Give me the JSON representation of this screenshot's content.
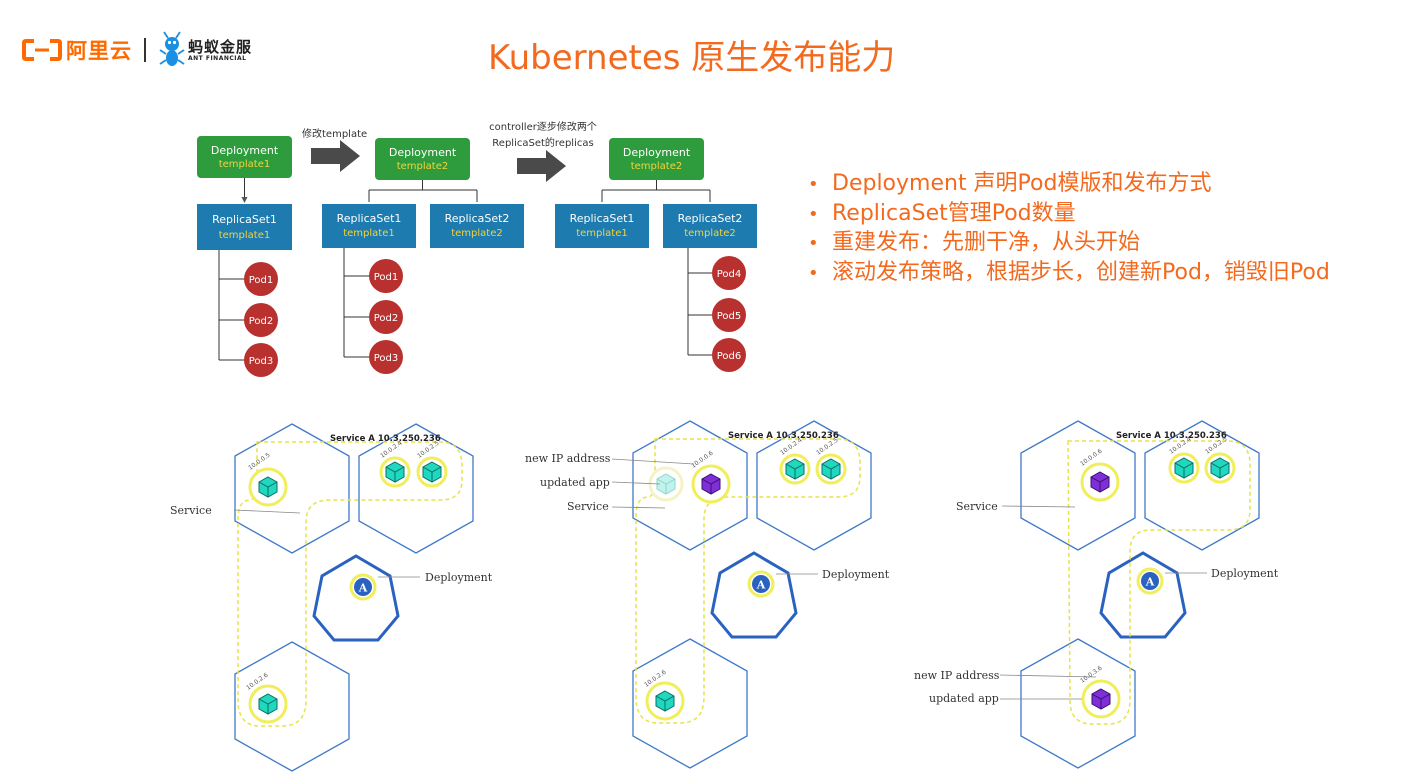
{
  "header": {
    "aliyun_logo_text": "阿里云",
    "ant_logo_cn": "蚂蚁金服",
    "ant_logo_en": "ANT FINANCIAL",
    "title": "Kubernetes 原生发布能力"
  },
  "bullets": [
    "Deployment 声明Pod模版和发布方式",
    "ReplicaSet管理Pod数量",
    "重建发布：先删干净，从头开始",
    "滚动发布策略，根据步长，创建新Pod，销毁旧Pod"
  ],
  "flow": {
    "arrow1_label": "修改template",
    "arrow2_label_line1": "controller逐步修改两个",
    "arrow2_label_line2": "ReplicaSet的replicas",
    "stage1": {
      "deployment": {
        "name": "Deployment",
        "template": "template1"
      },
      "replicasets": [
        {
          "name": "ReplicaSet1",
          "template": "template1"
        }
      ],
      "pods": [
        "Pod1",
        "Pod2",
        "Pod3"
      ]
    },
    "stage2": {
      "deployment": {
        "name": "Deployment",
        "template": "template2"
      },
      "replicasets": [
        {
          "name": "ReplicaSet1",
          "template": "template1"
        },
        {
          "name": "ReplicaSet2",
          "template": "template2"
        }
      ],
      "pods": [
        "Pod1",
        "Pod2",
        "Pod3"
      ]
    },
    "stage3": {
      "deployment": {
        "name": "Deployment",
        "template": "template2"
      },
      "replicasets": [
        {
          "name": "ReplicaSet1",
          "template": "template1"
        },
        {
          "name": "ReplicaSet2",
          "template": "template2"
        }
      ],
      "pods": [
        "Pod4",
        "Pod5",
        "Pod6"
      ]
    }
  },
  "rolling": {
    "service_header": "Service A 10.3.250.236",
    "service_label": "Service",
    "deployment_label": "Deployment",
    "new_ip_label": "new IP address",
    "updated_app_label": "updated app",
    "deployment_badge": "A",
    "pod_ips": {
      "a": "10.0.0.5",
      "b": "10.0.2.4",
      "c": "10.0.2.5",
      "d": "10.0.2.6",
      "e": "10.0.0.6",
      "f": "10.0.3.6"
    }
  },
  "colors": {
    "accent_orange": "#f36a1f",
    "deployment_green": "#2e9c3c",
    "replicaset_blue": "#1d7bb0",
    "pod_red": "#b8312f",
    "template_yellow": "#f4d33c",
    "hex_blue": "#3e78c8",
    "pod_teal": "#1fd8bf",
    "pod_purple": "#7f2fd8",
    "highlight_yellow": "#f0ee5a"
  }
}
